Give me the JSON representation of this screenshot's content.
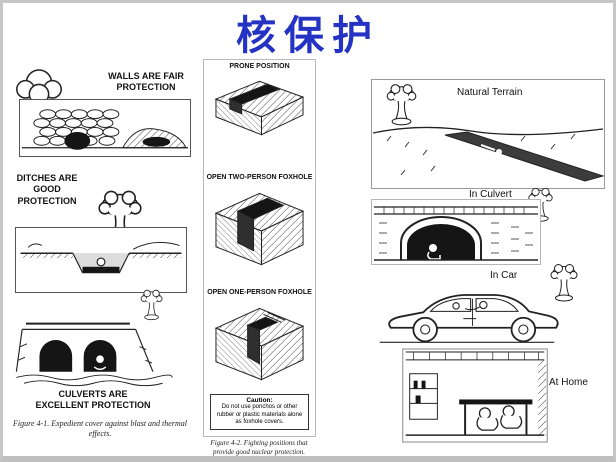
{
  "slide": {
    "title": "核保护",
    "title_color": "#2433c4"
  },
  "figure1": {
    "labels": {
      "walls": "WALLS ARE FAIR PROTECTION",
      "ditches": "DITCHES ARE GOOD PROTECTION",
      "culverts": "CULVERTS ARE EXCELLENT PROTECTION"
    },
    "caption": "Figure 4-1. Expedient cover against blast and thermal effects."
  },
  "figure2": {
    "labels": {
      "prone": "PRONE POSITION",
      "two_person": "OPEN TWO-PERSON FOXHOLE",
      "one_person": "OPEN ONE-PERSON FOXHOLE"
    },
    "caution_title": "Caution:",
    "caution_text": "Do not use ponchos or other rubber or plastic materials alone as foxhole covers.",
    "caption": "Figure 4-2. Fighting positions that provide good nuclear protection."
  },
  "shelter_examples": {
    "natural_terrain": "Natural Terrain",
    "in_culvert": "In Culvert",
    "in_car": "In Car",
    "at_home": "At Home"
  }
}
